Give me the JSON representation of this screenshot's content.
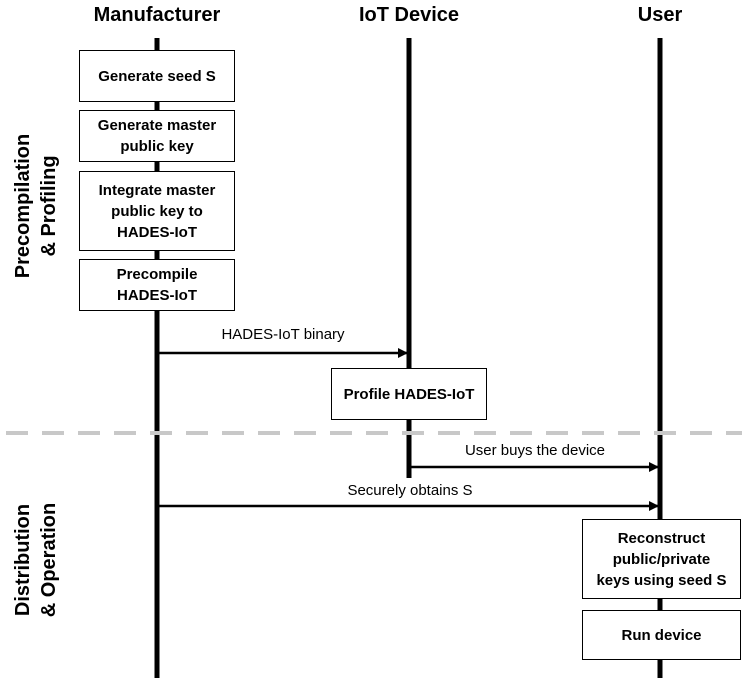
{
  "lanes": {
    "manufacturer": "Manufacturer",
    "iot_device": "IoT Device",
    "user": "User"
  },
  "phases": {
    "precompilation": "Precompilation\n& Profiling",
    "distribution": "Distribution\n& Operation"
  },
  "steps": {
    "generate_seed": "Generate seed S",
    "generate_master_key": "Generate master\npublic key",
    "integrate_master_key": "Integrate master\npublic key to\nHADES-IoT",
    "precompile": "Precompile\nHADES-IoT",
    "profile": "Profile HADES-IoT",
    "reconstruct_keys": "Reconstruct\npublic/private\nkeys using seed S",
    "run_device": "Run device"
  },
  "messages": {
    "binary": "HADES-IoT binary",
    "buys": "User buys the device",
    "obtains": "Securely obtains S"
  },
  "colors": {
    "line": "#000000",
    "separator": "#c8c8c8",
    "box_fill": "#ffffff"
  }
}
